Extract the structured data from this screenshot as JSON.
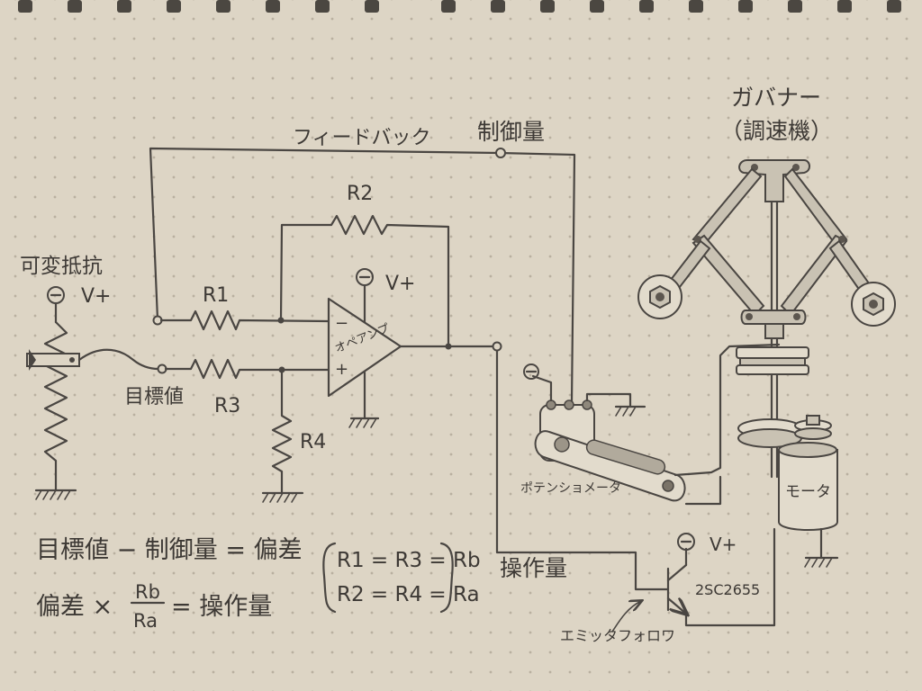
{
  "labels": {
    "feedback": "フィードバック",
    "controlled_var": "制御量",
    "governor": "ガバナー",
    "governor_sub": "（調速機）",
    "r2": "R2",
    "variable_resistor": "可変抵抗",
    "vplus_left": "V+",
    "vplus_opamp": "V+",
    "vplus_transistor": "V+",
    "r1": "R1",
    "opamp": "オペアンプ",
    "opamp_minus": "−",
    "opamp_plus": "+",
    "target_value": "目標値",
    "r3": "R3",
    "r4": "R4",
    "potentiometer": "ポテンショメータ",
    "motor": "モータ",
    "manipulated_var": "操作量",
    "transistor": "2SC2655",
    "emitter_follower": "エミッタフォロワ"
  },
  "equations": {
    "eq1": "目標値 − 制御量 = 偏差",
    "eq2_prefix": "偏差 ×",
    "eq2_num": "Rb",
    "eq2_den": "Ra",
    "eq2_suffix": "= 操作量",
    "cond1": "R1 = R3 = Rb",
    "cond2": "R2 = R4 = Ra"
  },
  "colors": {
    "paper": "#ddd5c5",
    "ink": "#4a4642"
  }
}
